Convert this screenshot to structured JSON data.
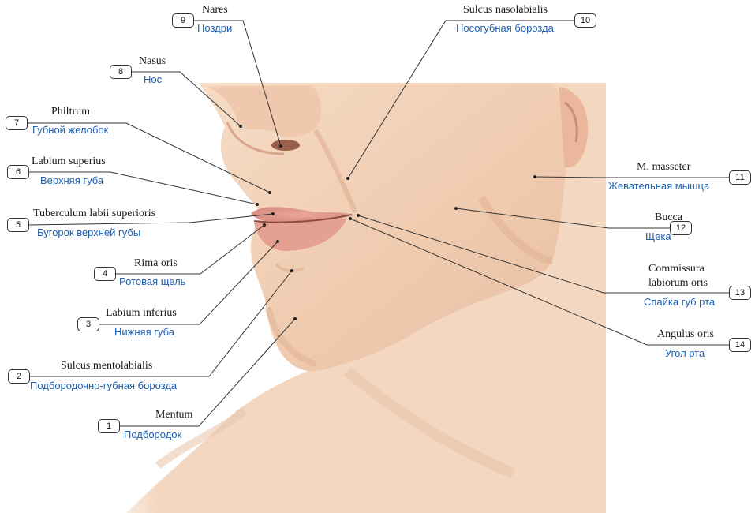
{
  "colors": {
    "latin_text": "#1a1a1a",
    "russian_text": "#1d5fb0",
    "leader_line": "#333333",
    "skin": "#f2d3b8"
  },
  "labels": [
    {
      "number": "1",
      "latin": "Mentum",
      "russian": "Подбородок"
    },
    {
      "number": "2",
      "latin": "Sulcus mentolabialis",
      "russian": "Подбородочно-губная борозда"
    },
    {
      "number": "3",
      "latin": "Labium inferius",
      "russian": "Нижняя губа"
    },
    {
      "number": "4",
      "latin": "Rima oris",
      "russian": "Ротовая щель"
    },
    {
      "number": "5",
      "latin": "Tuberculum labii superioris",
      "russian": "Бугорок верхней губы"
    },
    {
      "number": "6",
      "latin": "Labium superius",
      "russian": "Верхняя губа"
    },
    {
      "number": "7",
      "latin": "Philtrum",
      "russian": "Губной желобок"
    },
    {
      "number": "8",
      "latin": "Nasus",
      "russian": "Нос"
    },
    {
      "number": "9",
      "latin": "Nares",
      "russian": "Ноздри"
    },
    {
      "number": "10",
      "latin": "Sulcus nasolabialis",
      "russian": "Носогубная борозда"
    },
    {
      "number": "11",
      "latin": "M. masseter",
      "russian": "Жевательная мышца"
    },
    {
      "number": "12",
      "latin": "Bucca",
      "russian": "Щека"
    },
    {
      "number": "13",
      "latin": [
        "Commissura",
        "labiorum oris"
      ],
      "russian": "Спайка губ рта"
    },
    {
      "number": "14",
      "latin": "Angulus oris",
      "russian": "Угол рта"
    }
  ]
}
